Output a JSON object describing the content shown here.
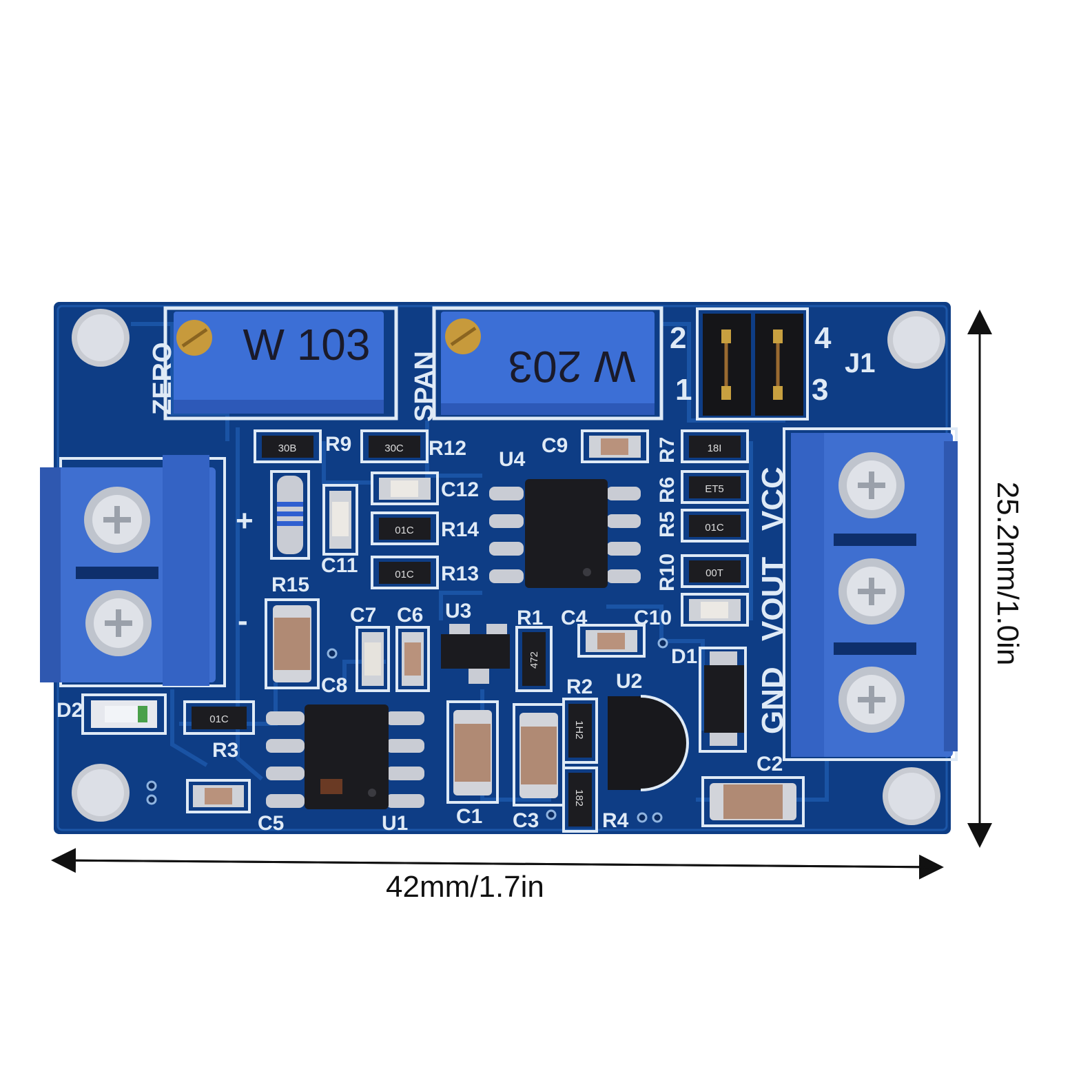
{
  "colors": {
    "background": "#ffffff",
    "pcb": "#0e3d85",
    "pcb_trace": "#1c56a8",
    "silkscreen": "#dfeaf6",
    "terminal_block": "#3f6fd0",
    "trimmer": "#3c6fd6",
    "ic": "#1b1b1f",
    "smd_capacitor": "#b9927c",
    "dimension_line": "#111111"
  },
  "dimensions": {
    "width_label": "42mm/1.7in",
    "height_label": "25.2mm/1.0in"
  },
  "board": {
    "pot_zero_label": "ZERO",
    "pot_zero_marking": "W 103",
    "pot_span_label": "SPAN",
    "pot_span_marking": "W 203",
    "jumper_label": "J1",
    "jumper_pin_1": "1",
    "jumper_pin_2": "2",
    "jumper_pin_3": "3",
    "jumper_pin_4": "4",
    "input_plus": "+",
    "input_minus": "-",
    "out_vcc": "VCC",
    "out_vout": "VOUT",
    "out_gnd": "GND",
    "refs": {
      "R9": "R9",
      "R12": "R12",
      "C9": "C9",
      "R7": "R7",
      "R6": "R6",
      "R5": "R5",
      "U4": "U4",
      "C12": "C12",
      "R14": "R14",
      "R13": "R13",
      "C11": "C11",
      "R15": "R15",
      "R10": "R10",
      "C10": "C10",
      "C7": "C7",
      "C6": "C6",
      "U3": "U3",
      "R1": "R1",
      "C4": "C4",
      "D1": "D1",
      "C8": "C8",
      "R2": "R2",
      "U2": "U2",
      "D2": "D2",
      "R3": "R3",
      "C2": "C2",
      "C5": "C5",
      "U1": "U1",
      "C1": "C1",
      "C3": "C3",
      "R4": "R4"
    },
    "codes": {
      "r9": "30B",
      "r12": "30C",
      "r7": "18I",
      "r6": "ET5",
      "r5": "01C",
      "r14": "01C",
      "r13": "01C",
      "r10": "00T",
      "r3": "01C",
      "r1": "472",
      "r2": "1H2",
      "r4": "182"
    }
  }
}
